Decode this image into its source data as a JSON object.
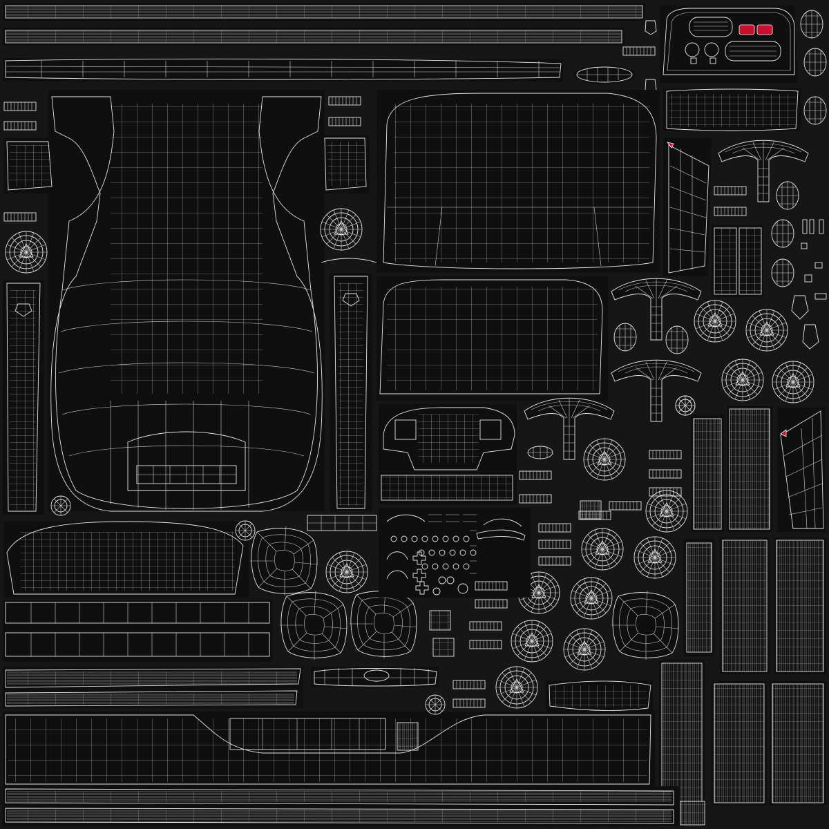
{
  "canvas": {
    "background": "#161616",
    "island_fill": "#0f0f0f",
    "wire_color": "#e8e8e8",
    "accent_color": "#c8102e"
  },
  "parts": {
    "long_strips": 7,
    "wheels": 18,
    "seat_shells": 5,
    "dense_panels": 8
  }
}
